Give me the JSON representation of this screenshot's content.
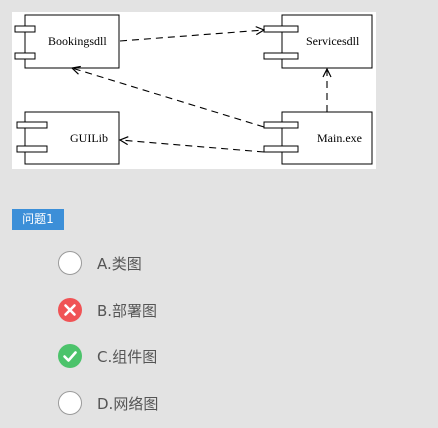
{
  "diagram": {
    "components": {
      "bookings": "Bookingsdll",
      "services": "Servicesdll",
      "guilib": "GUILib",
      "main": "Main.exe"
    }
  },
  "question": {
    "badge": "问题1",
    "options": [
      {
        "label": "A.类图",
        "state": "unselected"
      },
      {
        "label": "B.部署图",
        "state": "wrong"
      },
      {
        "label": "C.组件图",
        "state": "correct"
      },
      {
        "label": "D.网络图",
        "state": "unselected"
      }
    ]
  },
  "colors": {
    "badge": "#3c8fd8",
    "wrong": "#f05355",
    "correct": "#4cc36b"
  }
}
